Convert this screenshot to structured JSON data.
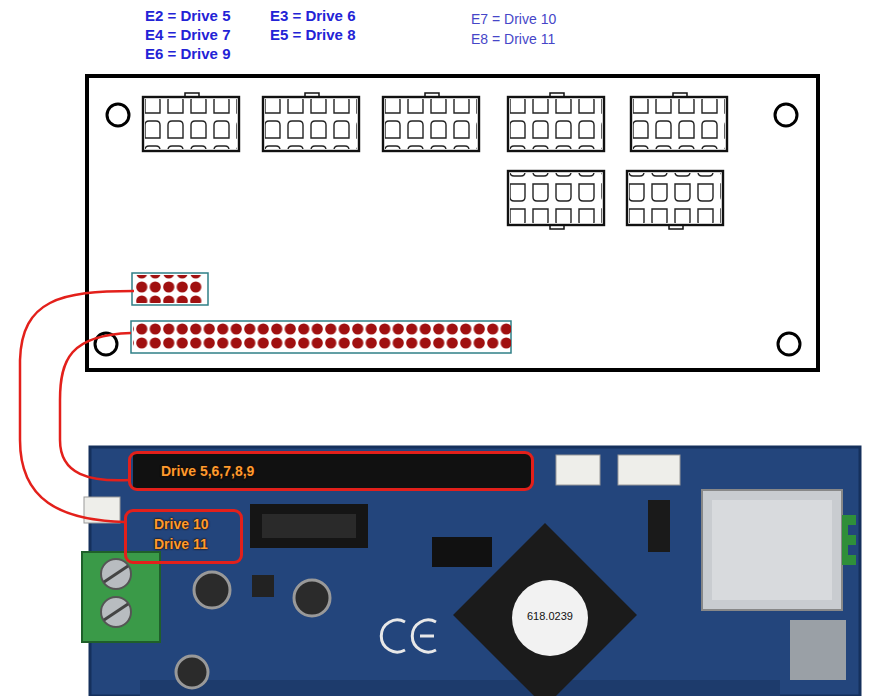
{
  "diagram": {
    "nodes": [
      {
        "text": [
          "Drive 5,6,7,8,9"
        ]
      },
      {
        "text": [
          "Drive 10 Drive 11"
        ]
      }
    ],
    "labels": [
      "E2 = Drive 5",
      "E3 = Drive 6",
      "E4 = Drive 7",
      "E5 = Drive 8",
      "E6 = Drive 9",
      "E7 = Drive 10",
      "E8 = Drive 11",
      "618.0239"
    ]
  }
}
